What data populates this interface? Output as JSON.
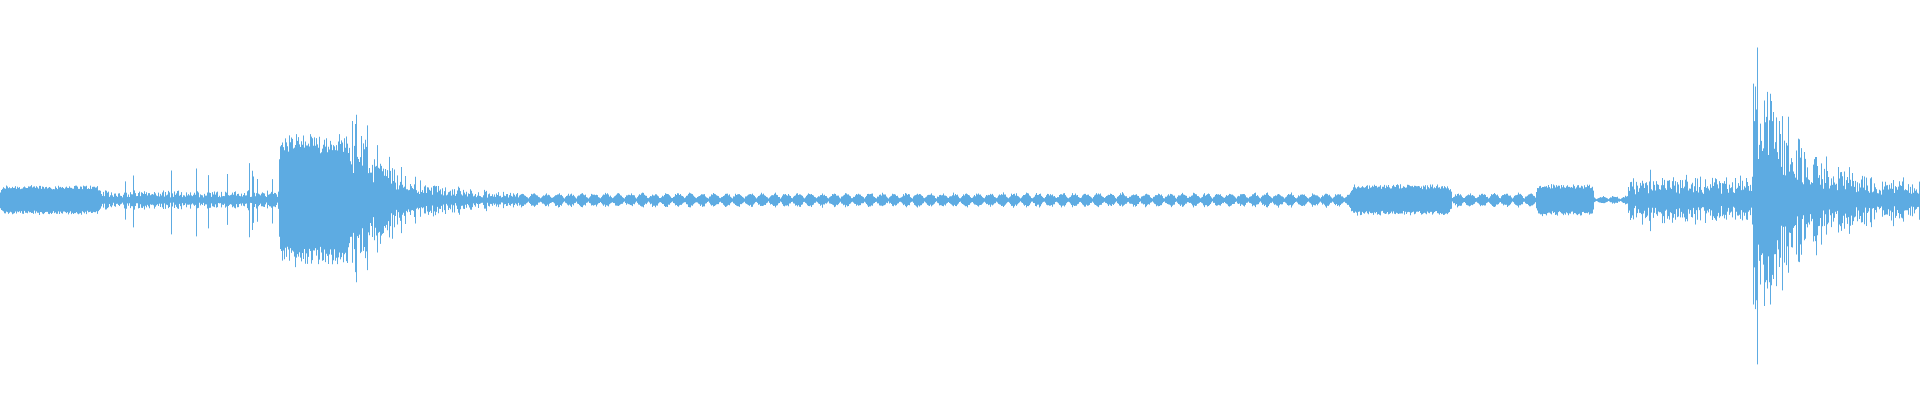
{
  "waveform": {
    "color": "#5dabe2",
    "background": "#ffffff",
    "channels": 1,
    "segments": [
      {
        "kind": "tone-block",
        "start": 0.0,
        "end": 0.0525,
        "amp": 0.065
      },
      {
        "kind": "noise",
        "start": 0.0525,
        "end": 0.145,
        "amp": 0.045,
        "spike": 0.18
      },
      {
        "kind": "tone-block",
        "start": 0.145,
        "end": 0.183,
        "amp": 0.29
      },
      {
        "kind": "decay",
        "start": 0.183,
        "end": 0.27,
        "amp": 0.5,
        "floor": 0.04
      },
      {
        "kind": "pulses",
        "start": 0.27,
        "end": 0.703,
        "amp": 0.035
      },
      {
        "kind": "tone-block",
        "start": 0.703,
        "end": 0.756,
        "amp": 0.068
      },
      {
        "kind": "pulses",
        "start": 0.756,
        "end": 0.8,
        "amp": 0.035
      },
      {
        "kind": "tone-block",
        "start": 0.8,
        "end": 0.83,
        "amp": 0.07
      },
      {
        "kind": "pulses",
        "start": 0.83,
        "end": 0.848,
        "amp": 0.02
      },
      {
        "kind": "noise",
        "start": 0.848,
        "end": 0.913,
        "amp": 0.11,
        "spike": 0.14
      },
      {
        "kind": "decay",
        "start": 0.913,
        "end": 1.0,
        "amp": 0.88,
        "floor": 0.1
      }
    ]
  }
}
